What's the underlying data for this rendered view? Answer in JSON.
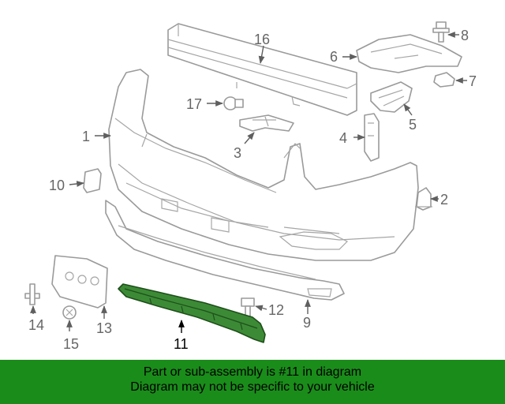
{
  "callouts": {
    "c1": "1",
    "c2": "2",
    "c3": "3",
    "c4": "4",
    "c5": "5",
    "c6": "6",
    "c7": "7",
    "c8": "8",
    "c9": "9",
    "c10": "10",
    "c11": "11",
    "c12": "12",
    "c13": "13",
    "c14": "14",
    "c15": "15",
    "c16": "16",
    "c17": "17"
  },
  "highlighted_part": "11",
  "colors": {
    "highlight": "#3c8a36",
    "banner": "#1a8c1a"
  },
  "footer": {
    "line1": "Part or sub-assembly is #11 in diagram",
    "line2": "Diagram may not be specific to your vehicle"
  }
}
